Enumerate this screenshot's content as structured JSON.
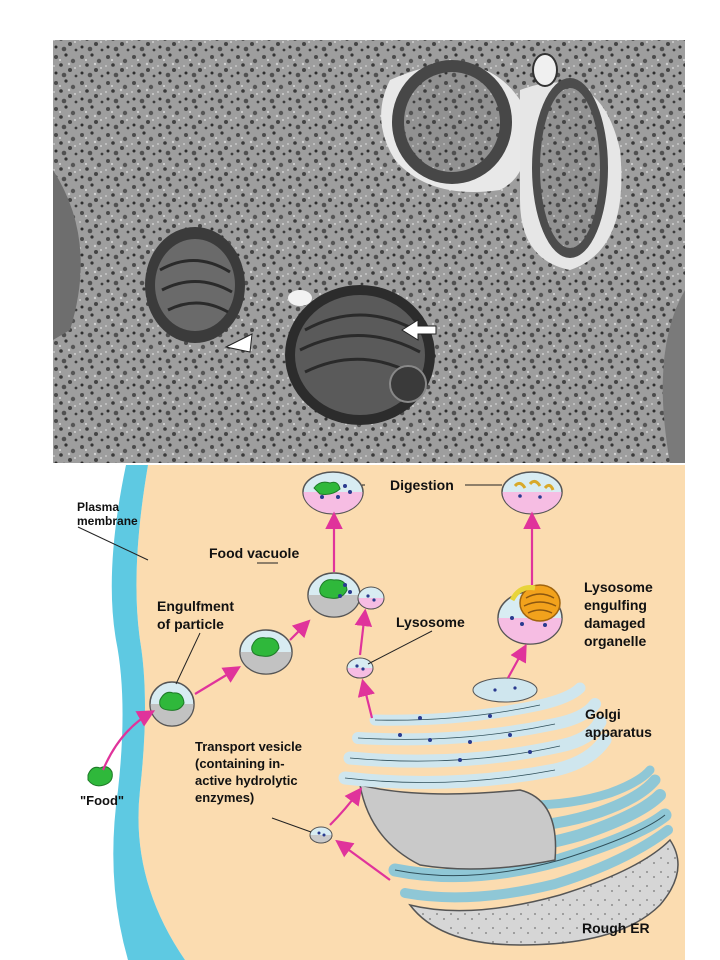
{
  "diagram": {
    "labels": {
      "plasma_membrane": [
        "Plasma",
        "membrane"
      ],
      "food_vacuole": "Food vacuole",
      "engulfment": [
        "Engulfment",
        "of particle"
      ],
      "digestion": "Digestion",
      "lysosome": "Lysosome",
      "lysosome_engulfing": [
        "Lysosome",
        "engulfing",
        "damaged",
        "organelle"
      ],
      "golgi": [
        "Golgi",
        "apparatus"
      ],
      "transport_vesicle": [
        "Transport vesicle",
        "(containing in-",
        "active hydrolytic",
        "enzymes)"
      ],
      "food": "\"Food\"",
      "rough_er": "Rough ER"
    }
  },
  "colors": {
    "cytoplasm": "#fbdcb0",
    "membrane": "#5ec9e2",
    "arrow": "#e0339b",
    "organelle_fill": "#d8ecf2",
    "lysosome_fill": "#f6bde3",
    "food_green": "#2fb83b",
    "lumen_gray": "#c9c9c9"
  }
}
